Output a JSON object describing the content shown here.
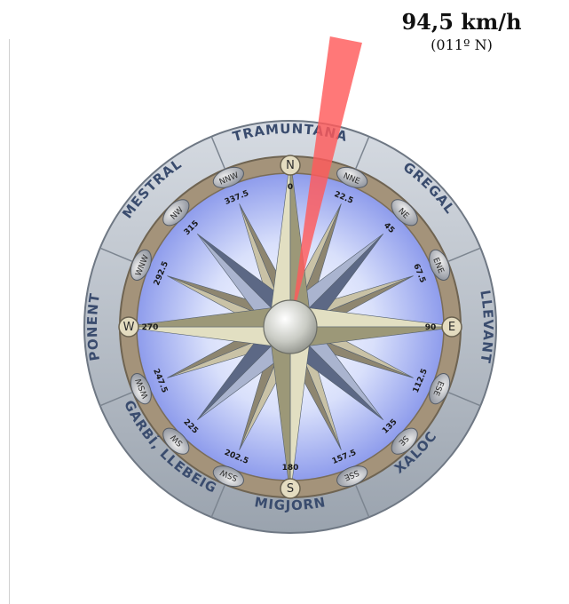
{
  "wind": {
    "speed_label": "94,5 km/h",
    "heading_label": "(011º N)",
    "direction_deg": 11,
    "colors": {
      "arrow": "#ff5a5a",
      "ring": "#b4bcc6",
      "inner_ring": "#a4937a",
      "face": "#cdd5f5"
    }
  },
  "compass": {
    "wind_names": [
      {
        "label": "TRAMUNTANA",
        "angle": 0
      },
      {
        "label": "GREGAL",
        "angle": 45
      },
      {
        "label": "LLEVANT",
        "angle": 90
      },
      {
        "label": "XALOC",
        "angle": 135
      },
      {
        "label": "MIGJORN",
        "angle": 180
      },
      {
        "label": "GARBÍ, LLEBEIG",
        "angle": 225
      },
      {
        "label": "PONENT",
        "angle": 270
      },
      {
        "label": "MESTRAL",
        "angle": 315
      }
    ],
    "points": [
      {
        "label": "N",
        "deg_label": "0",
        "angle": 0
      },
      {
        "label": "NNE",
        "deg_label": "22.5",
        "angle": 22.5
      },
      {
        "label": "NE",
        "deg_label": "45",
        "angle": 45
      },
      {
        "label": "ENE",
        "deg_label": "67.5",
        "angle": 67.5
      },
      {
        "label": "E",
        "deg_label": "90",
        "angle": 90
      },
      {
        "label": "ESE",
        "deg_label": "112.5",
        "angle": 112.5
      },
      {
        "label": "SE",
        "deg_label": "135",
        "angle": 135
      },
      {
        "label": "SSE",
        "deg_label": "157.5",
        "angle": 157.5
      },
      {
        "label": "S",
        "deg_label": "180",
        "angle": 180
      },
      {
        "label": "SSW",
        "deg_label": "202.5",
        "angle": 202.5
      },
      {
        "label": "SW",
        "deg_label": "225",
        "angle": 225
      },
      {
        "label": "WSW",
        "deg_label": "247.5",
        "angle": 247.5
      },
      {
        "label": "W",
        "deg_label": "270",
        "angle": 270
      },
      {
        "label": "WNW",
        "deg_label": "292.5",
        "angle": 292.5
      },
      {
        "label": "NW",
        "deg_label": "315",
        "angle": 315
      },
      {
        "label": "NNW",
        "deg_label": "337.5",
        "angle": 337.5
      }
    ]
  }
}
